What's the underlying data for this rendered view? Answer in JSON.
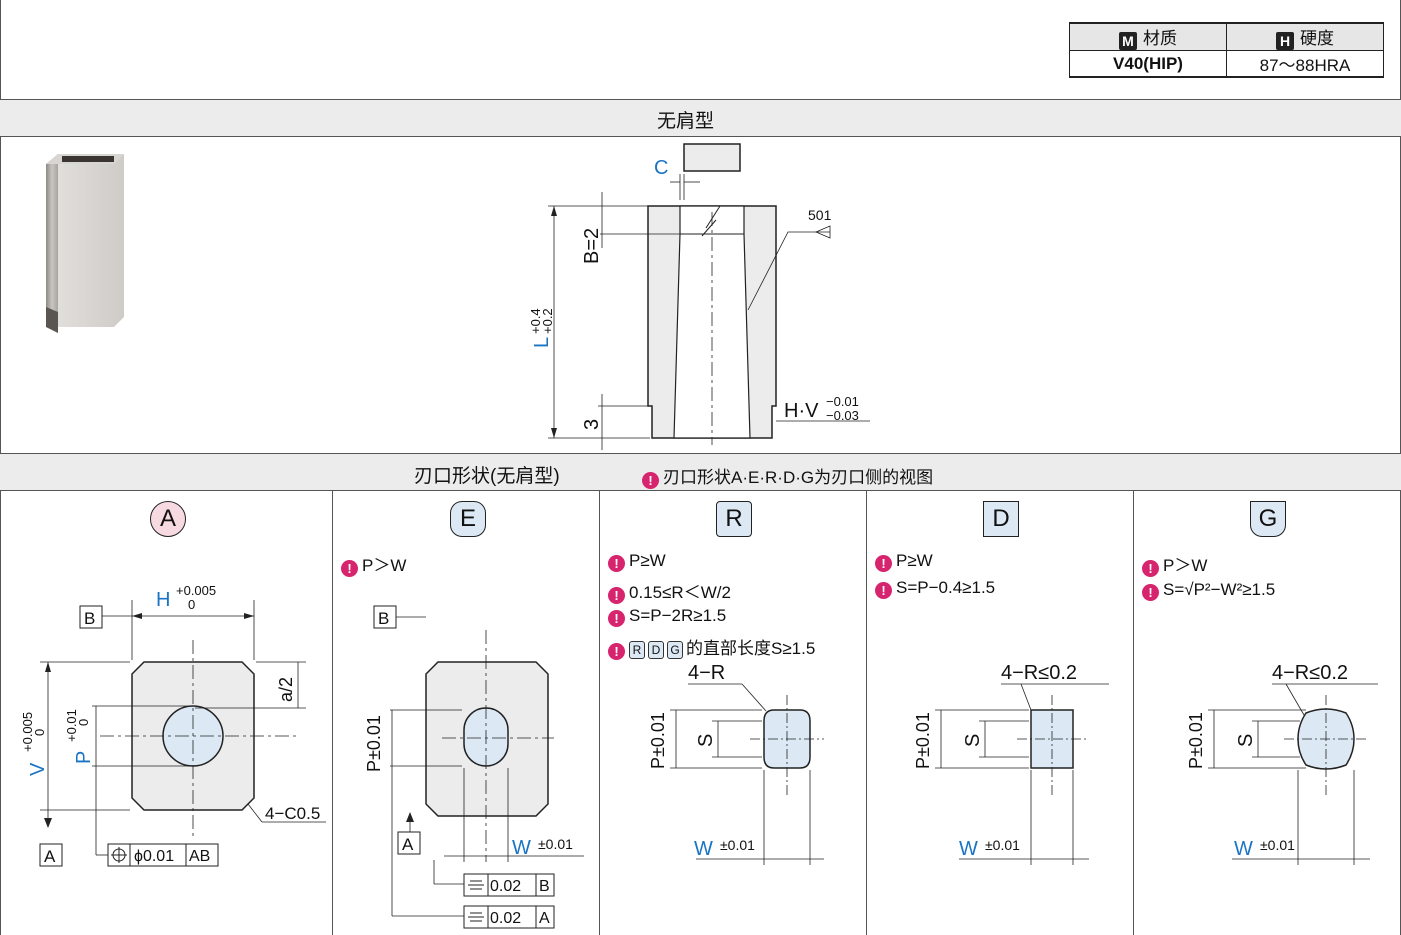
{
  "material_table": {
    "material_header": "材质",
    "material_letter": "M",
    "hardness_header": "硬度",
    "hardness_letter": "H",
    "material_value": "V40(HIP)",
    "hardness_value": "87～88HRA"
  },
  "section_shoulderless": {
    "title": "无肩型",
    "dims": {
      "c": "C",
      "b": "B=2",
      "l": "L",
      "l_tol_upper": "+0.4",
      "l_tol_lower": "+0.2",
      "three": "3",
      "roughness": "501",
      "hv": "H·V",
      "hv_tol_upper": "−0.01",
      "hv_tol_lower": "−0.03"
    }
  },
  "section_shapes": {
    "title": "刃口形状(无肩型)",
    "note": "刃口形状A·E·R·D·G为刃口侧的视图",
    "panels": [
      {
        "letter": "A",
        "notes": [],
        "dims": {
          "h": "H",
          "h_tol_upper": "+0.005",
          "h_tol_lower": "0",
          "v": "V",
          "v_tol_upper": "+0.005",
          "v_tol_lower": "0",
          "p": "P",
          "p_tol_upper": "+0.01",
          "p_tol_lower": "0",
          "half_a": "a/2",
          "chamfer": "4−C0.5",
          "datum_b": "B",
          "datum_a": "A",
          "position_tol": "ϕ0.01",
          "position_ref": "AB"
        }
      },
      {
        "letter": "E",
        "notes": [
          "P＞W"
        ],
        "dims": {
          "p": "P±0.01",
          "w": "W",
          "w_tol": "±0.01",
          "datum_b": "B",
          "datum_a": "A",
          "sym1_val": "0.02",
          "sym1_ref": "B",
          "sym2_val": "0.02",
          "sym2_ref": "A"
        }
      },
      {
        "letter": "R",
        "notes": [
          "P≥W",
          "0.15≤R＜W/2",
          "S=P−2R≥1.5"
        ],
        "note_badges": [
          "R",
          "D",
          "G"
        ],
        "note_badges_text": "的直部长度S≥1.5",
        "dims": {
          "r": "4−R",
          "p": "P±0.01",
          "s": "S",
          "w": "W",
          "w_tol": "±0.01"
        }
      },
      {
        "letter": "D",
        "notes": [
          "P≥W",
          "S=P−0.4≥1.5"
        ],
        "dims": {
          "r": "4−R≤0.2",
          "p": "P±0.01",
          "s": "S",
          "w": "W",
          "w_tol": "±0.01"
        }
      },
      {
        "letter": "G",
        "notes": [
          "P＞W",
          "S=√P²−W²≥1.5"
        ],
        "dims": {
          "r": "4−R≤0.2",
          "p": "P±0.01",
          "s": "S",
          "w": "W",
          "w_tol": "±0.01"
        }
      }
    ]
  },
  "colors": {
    "accent_blue": "#1a74c4",
    "tip_pink": "#d6246e",
    "badge_fill": "#dce9f5",
    "badge_a_fill": "#f7d9e2",
    "band_gray": "#ececec"
  }
}
